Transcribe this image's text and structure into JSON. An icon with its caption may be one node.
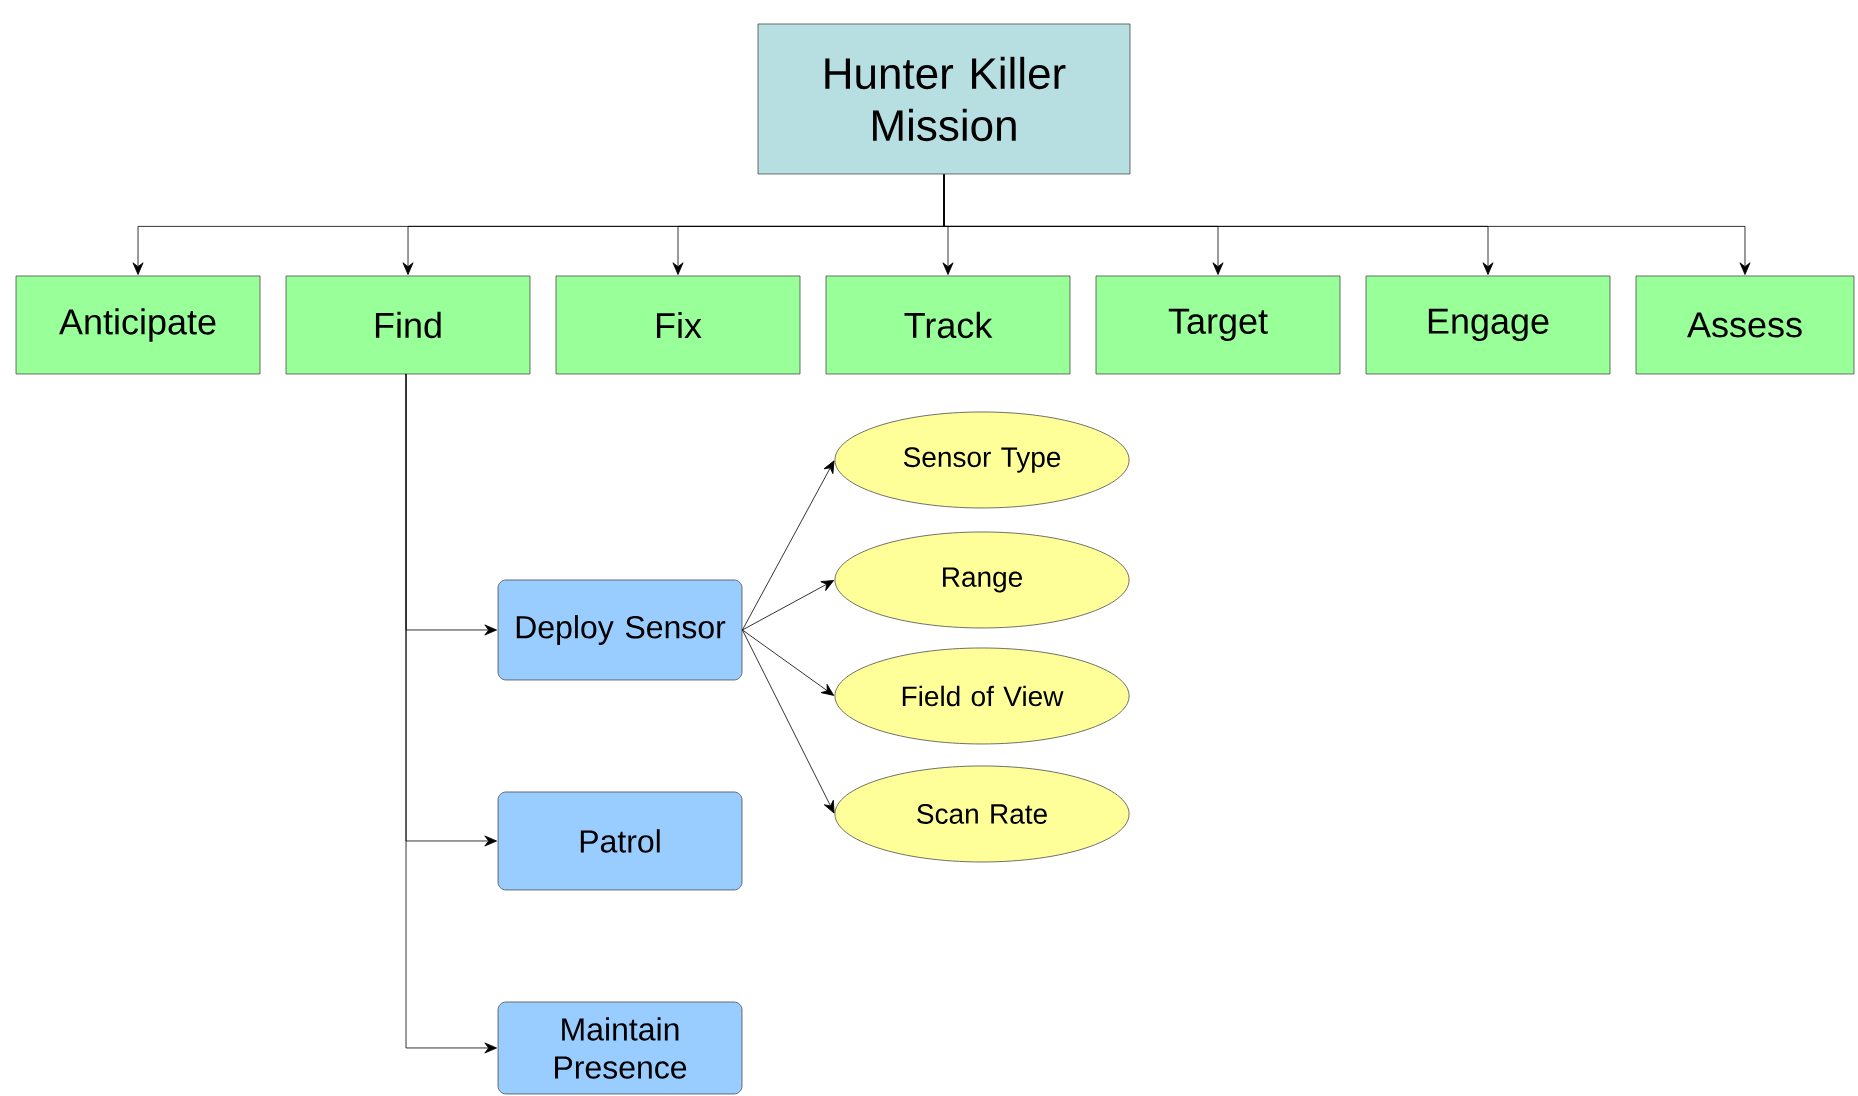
{
  "diagram": {
    "nodes": [
      {
        "text": [
          "Hunter Killer Mission"
        ]
      },
      {
        "text": [
          "Anticipate"
        ]
      },
      {
        "text": [
          "Find"
        ]
      },
      {
        "text": [
          "Fix"
        ]
      },
      {
        "text": [
          "Track"
        ]
      },
      {
        "text": [
          "Target"
        ]
      },
      {
        "text": [
          "Engage"
        ]
      },
      {
        "text": [
          "Assess"
        ]
      },
      {
        "text": [
          "Deploy Sensor"
        ]
      },
      {
        "text": [
          "Patrol"
        ]
      },
      {
        "text": [
          "Maintain Presence"
        ]
      },
      {
        "text": [
          "Sensor Type"
        ]
      },
      {
        "text": [
          "Range"
        ]
      },
      {
        "text": [
          "Field of View"
        ]
      },
      {
        "text": [
          "Scan Rate"
        ]
      }
    ],
    "edges": [
      {
        "from": 0,
        "to": 1,
        "arrow": "to"
      },
      {
        "from": 0,
        "to": 2,
        "arrow": "to"
      },
      {
        "from": 0,
        "to": 3,
        "arrow": "to"
      },
      {
        "from": 0,
        "to": 4,
        "arrow": "to"
      },
      {
        "from": 0,
        "to": 5,
        "arrow": "to"
      },
      {
        "from": 0,
        "to": 6,
        "arrow": "to"
      },
      {
        "from": 0,
        "to": 7,
        "arrow": "to"
      },
      {
        "from": 2,
        "to": 8,
        "arrow": "to"
      },
      {
        "from": 2,
        "to": 9,
        "arrow": "to"
      },
      {
        "from": 2,
        "to": 10,
        "arrow": "to"
      },
      {
        "from": 8,
        "to": 11,
        "arrow": "to"
      },
      {
        "from": 8,
        "to": 12,
        "arrow": "to"
      },
      {
        "from": 8,
        "to": 13,
        "arrow": "to"
      },
      {
        "from": 8,
        "to": 14,
        "arrow": "to"
      }
    ]
  }
}
